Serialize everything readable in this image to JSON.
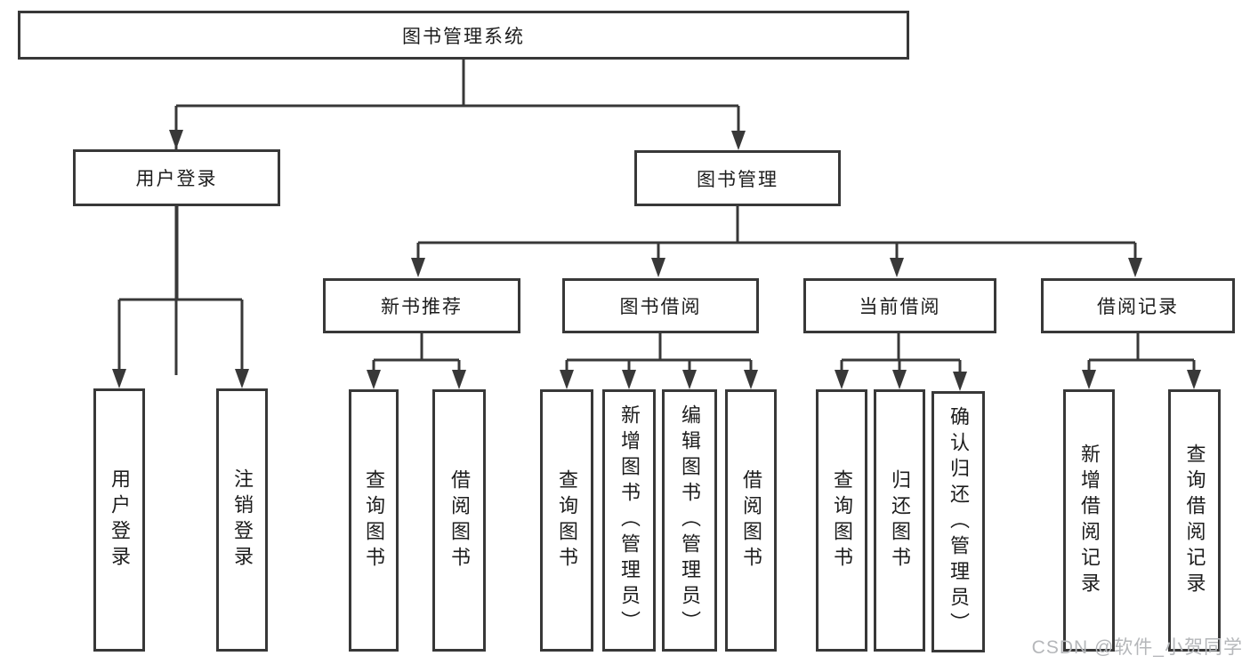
{
  "colors": {
    "line": "#383838",
    "box_border": "#383838",
    "text": "#1d1d1d",
    "background": "#ffffff",
    "watermark": "#b5b7ba"
  },
  "watermark": "CSDN @软件_小贺同学",
  "tree": {
    "label": "图书管理系统",
    "children": [
      {
        "label": "用户登录",
        "children": [
          {
            "label": "用户登录"
          },
          {
            "label": "注销登录"
          }
        ]
      },
      {
        "label": "图书管理",
        "children": [
          {
            "label": "新书推荐",
            "children": [
              {
                "label": "查询图书"
              },
              {
                "label": "借阅图书"
              }
            ]
          },
          {
            "label": "图书借阅",
            "children": [
              {
                "label": "查询图书"
              },
              {
                "label": "新增图书（管理员）"
              },
              {
                "label": "编辑图书（管理员）"
              },
              {
                "label": "借阅图书"
              }
            ]
          },
          {
            "label": "当前借阅",
            "children": [
              {
                "label": "查询图书"
              },
              {
                "label": "归还图书"
              },
              {
                "label": "确认归还（管理员）"
              }
            ]
          },
          {
            "label": "借阅记录",
            "children": [
              {
                "label": "新增借阅记录"
              },
              {
                "label": "查询借阅记录"
              }
            ]
          }
        ]
      }
    ]
  }
}
